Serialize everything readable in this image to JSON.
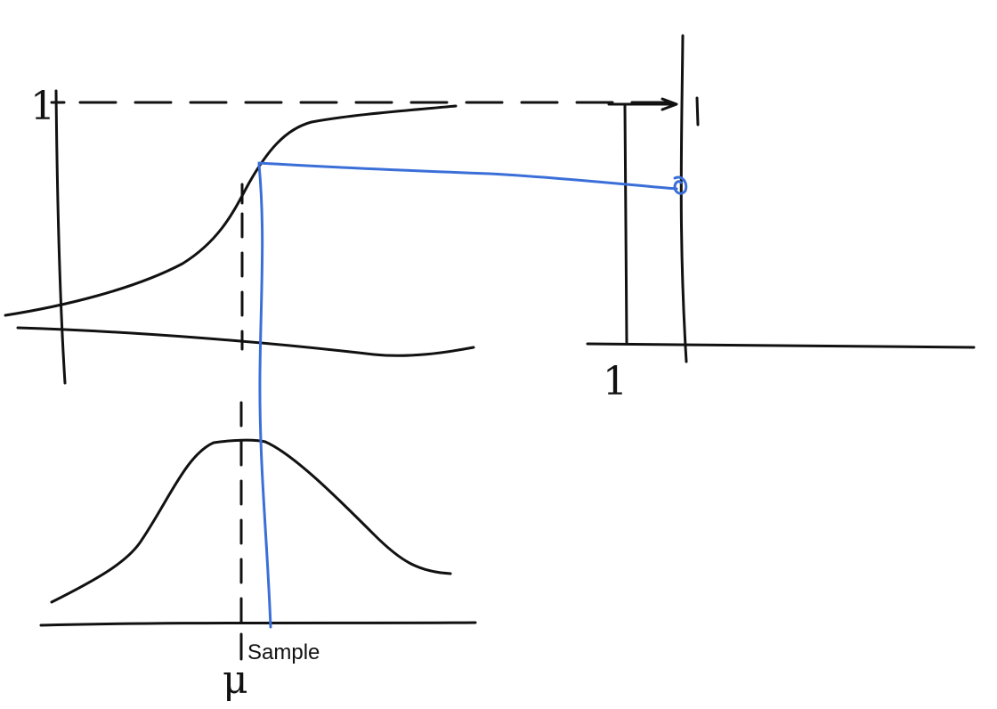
{
  "labels": {
    "cdf_one": "1",
    "uniform_top_one": "1",
    "uniform_x_one": "1",
    "sample": "Sample",
    "mu": "μ"
  },
  "colors": {
    "ink": "#111111",
    "sample_line": "#3b6fd8"
  }
}
